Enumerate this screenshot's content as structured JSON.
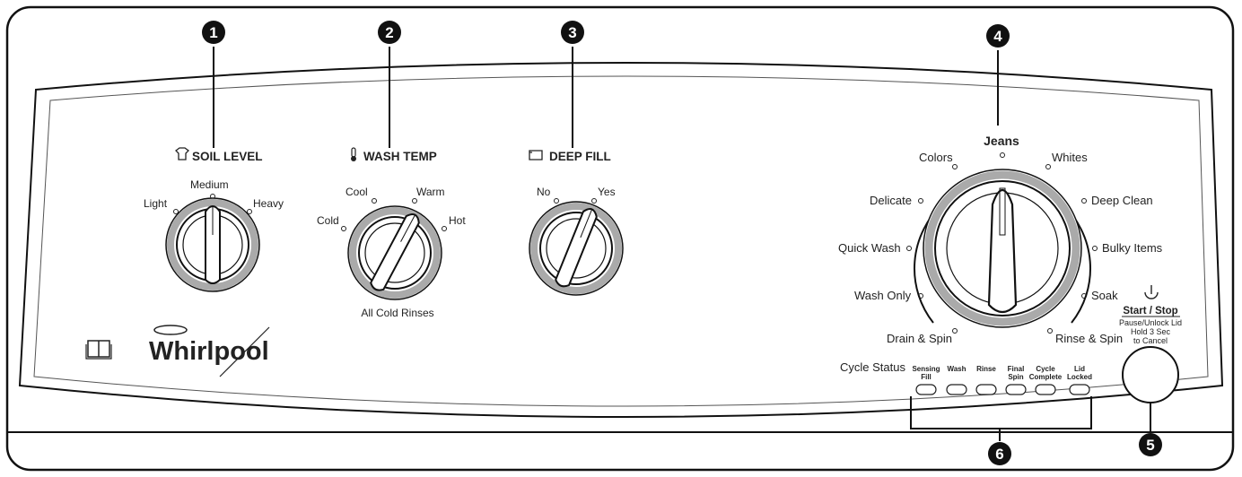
{
  "callouts": [
    "1",
    "2",
    "3",
    "4",
    "5",
    "6"
  ],
  "soil_level": {
    "title": "SOIL LEVEL",
    "options": [
      "Light",
      "Medium",
      "Heavy"
    ],
    "selected": "Medium"
  },
  "wash_temp": {
    "title": "WASH TEMP",
    "options": [
      "Cold",
      "Cool",
      "Warm",
      "Hot"
    ],
    "selected": "Warm",
    "note": "All Cold Rinses"
  },
  "deep_fill": {
    "title": "DEEP FILL",
    "options": [
      "No",
      "Yes"
    ],
    "selected": "Yes"
  },
  "cycle_dial": {
    "selected": "Jeans",
    "cycles": [
      "Jeans",
      "Whites",
      "Deep Clean",
      "Bulky Items",
      "Soak",
      "Rinse & Spin",
      "Drain & Spin",
      "Wash Only",
      "Quick Wash",
      "Delicate",
      "Colors"
    ]
  },
  "start_stop": {
    "title": "Start / Stop",
    "line1": "Pause/Unlock Lid",
    "line2": "Hold 3 Sec",
    "line3": "to Cancel"
  },
  "cycle_status": {
    "label": "Cycle Status",
    "lights": [
      {
        "l1": "Sensing",
        "l2": "Fill"
      },
      {
        "l1": "Wash",
        "l2": ""
      },
      {
        "l1": "Rinse",
        "l2": ""
      },
      {
        "l1": "Final",
        "l2": "Spin"
      },
      {
        "l1": "Cycle",
        "l2": "Complete"
      },
      {
        "l1": "Lid",
        "l2": "Locked"
      }
    ]
  },
  "brand": "Whirlpool",
  "icons": [
    "manual-book-icon",
    "soil-shirt-icon",
    "thermometer-icon",
    "deep-fill-tub-icon",
    "power-icon"
  ]
}
